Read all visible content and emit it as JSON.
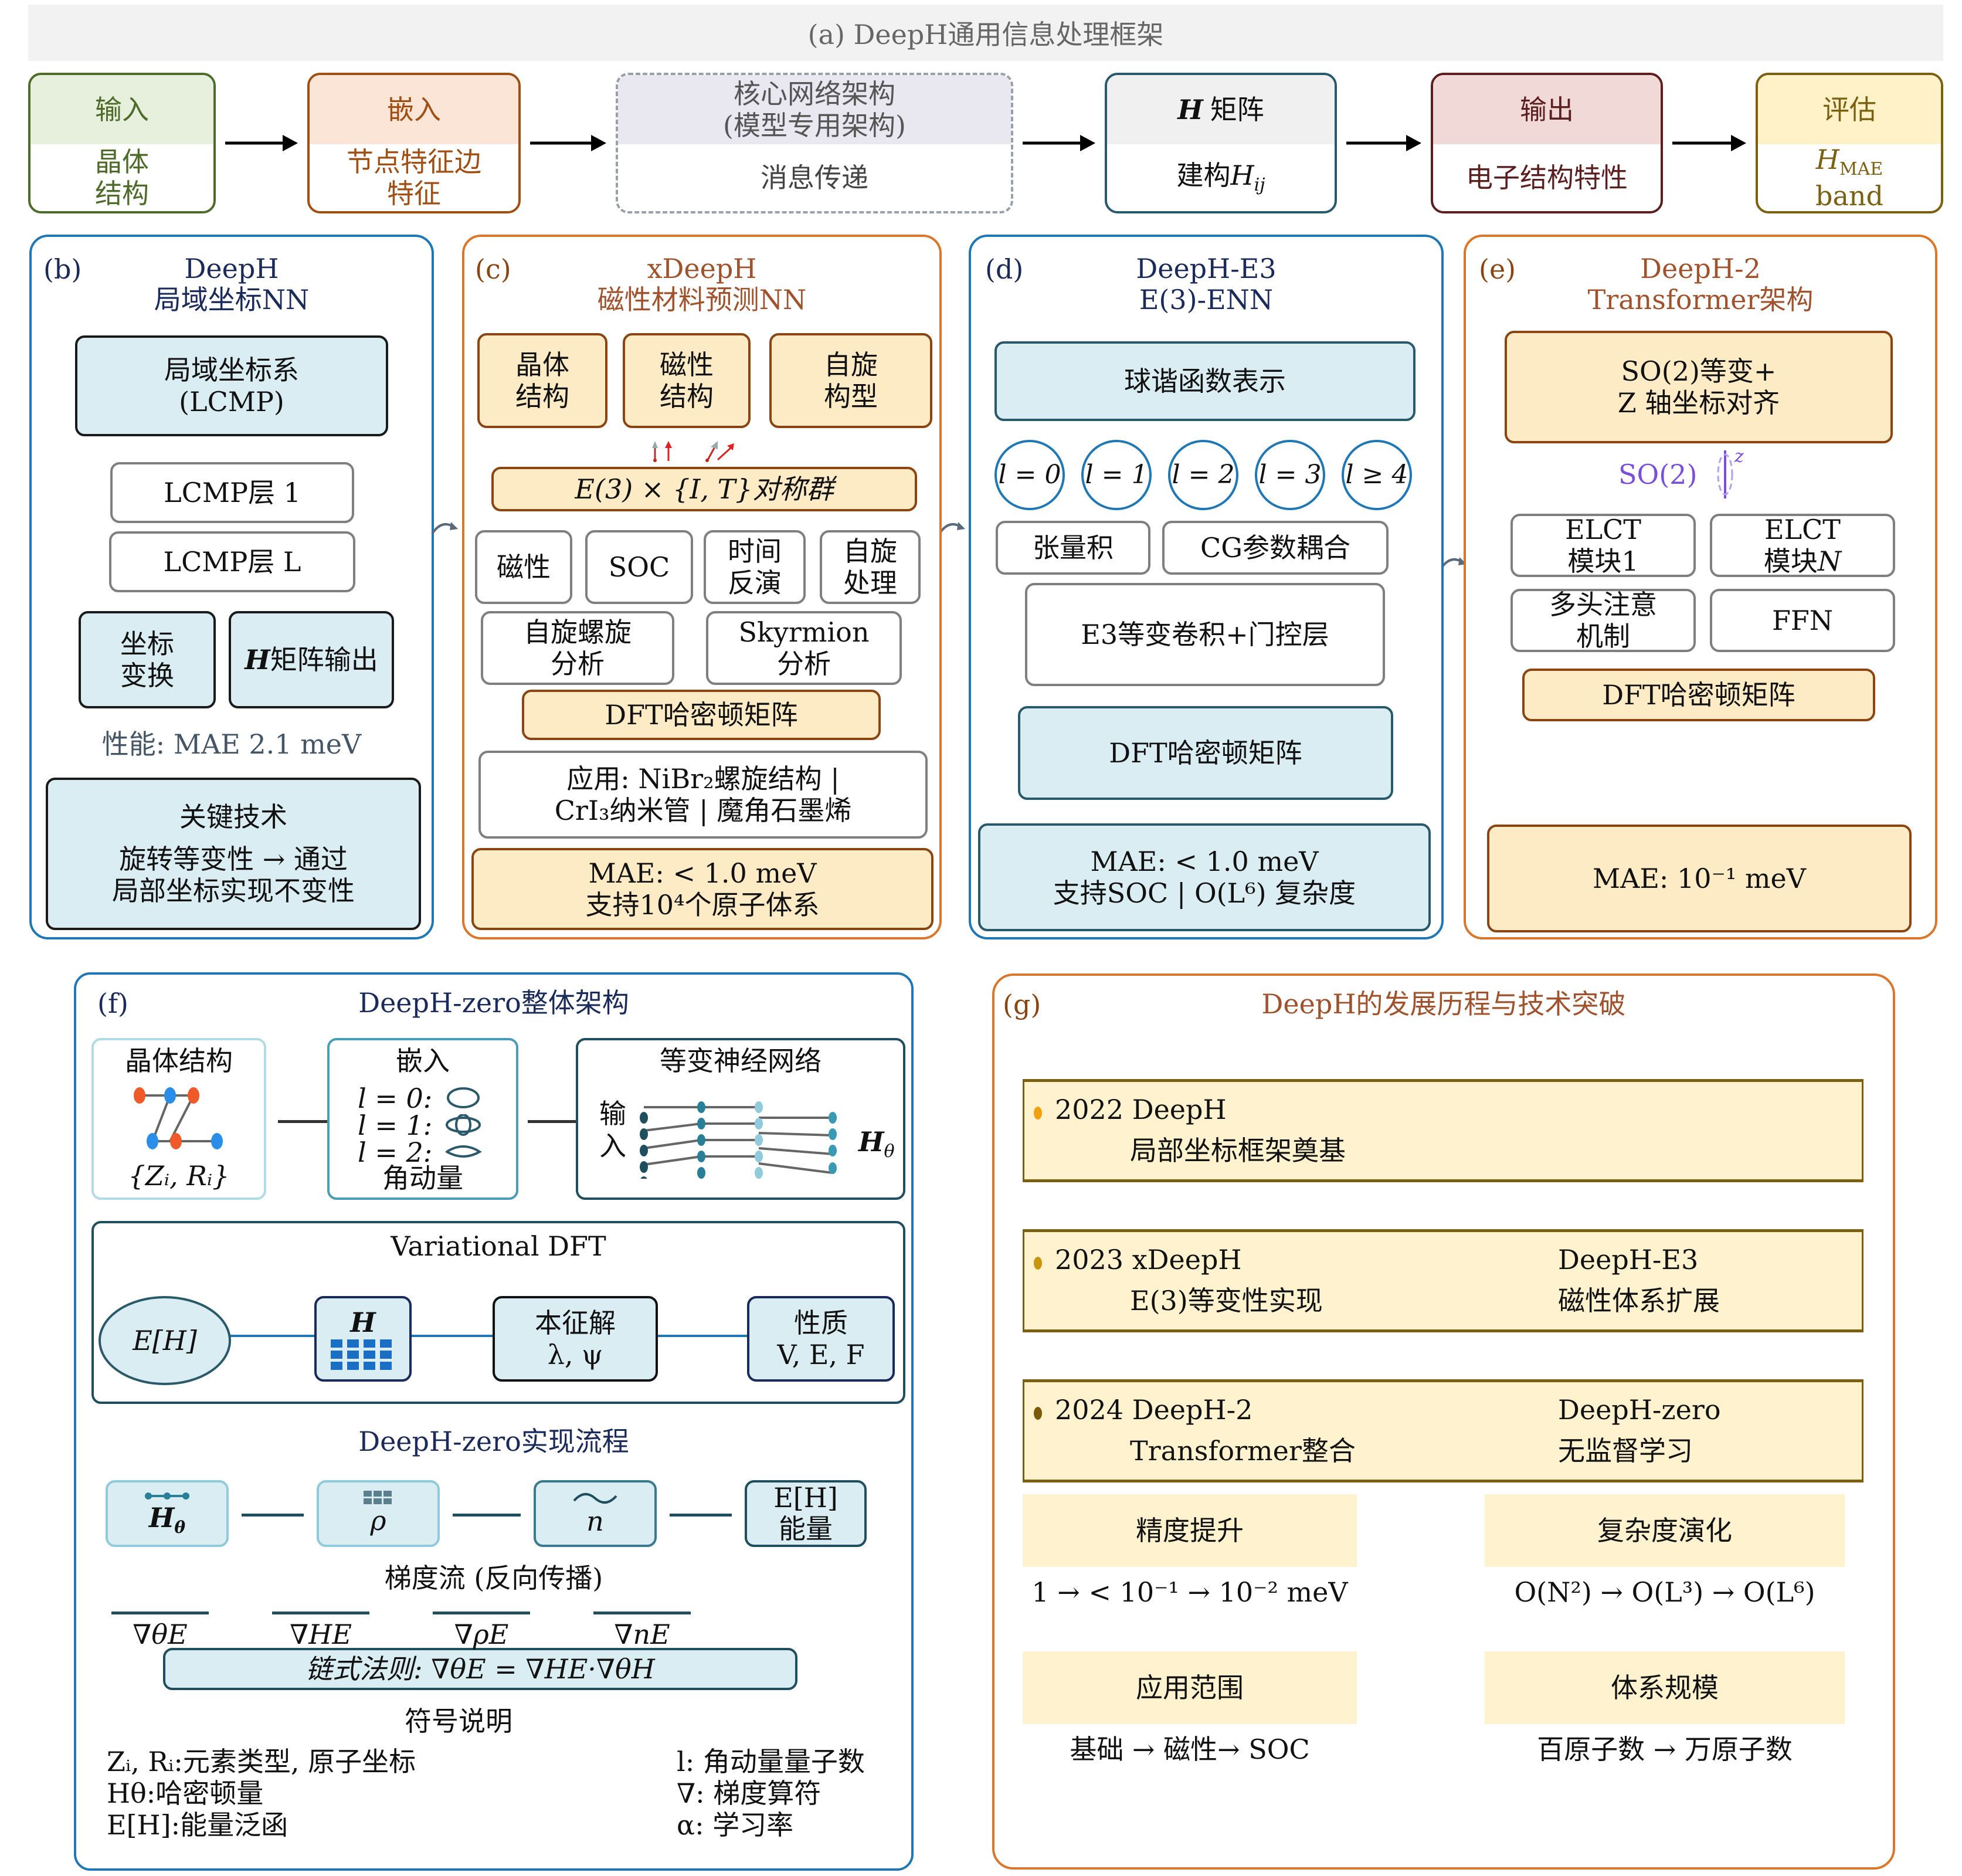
{
  "panel_a": {
    "title": "(a) DeepH通用信息处理框架",
    "steps": [
      {
        "top": "输入",
        "bottom": "晶体\n结构",
        "border": "#4f6b2a",
        "top_bg": "#e6f0dc",
        "text_color": "#4f6b2a"
      },
      {
        "top": "嵌入",
        "bottom": "节点特征边\n特征",
        "border": "#a04f14",
        "top_bg": "#fbe5d6",
        "text_color": "#a04f14"
      },
      {
        "top": "核心网络架构\n(模型专用架构)",
        "bottom": "消息传递",
        "border": "#9aa0a8",
        "top_bg": "#e9e8f0",
        "text_color": "#444"
      },
      {
        "top": "H 矩阵",
        "bottom": "建构H",
        "bottom_sub": "ij",
        "border": "#285a6b",
        "top_bg": "#f0f0f0",
        "text_color": "#111"
      },
      {
        "top": "输出",
        "bottom": "电子结构特性",
        "border": "#5c1f1f",
        "top_bg": "#f0d9d6",
        "text_color": "#5c1f1f"
      },
      {
        "top": "评估",
        "bottom": "H",
        "bottom_sub": "MAE",
        "bottom2": "band",
        "border": "#7a6010",
        "top_bg": "#fff2c8",
        "text_color": "#7a6010"
      }
    ]
  },
  "panel_b": {
    "label": "(b)",
    "title1": "DeepH",
    "title2": "局域坐标NN",
    "lcmp_frame": "局域坐标系",
    "lcmp_frame2": "(LCMP)",
    "layer1": "LCMP层 1",
    "layerL": "LCMP层 L",
    "coord_transform": "坐标\n变换",
    "h_output_prefix": "H",
    "h_output": "矩阵输出",
    "performance": "性能: MAE 2.1 meV",
    "key_tech_title": "关键技术",
    "key_tech_line1": "旋转等变性 → 通过",
    "key_tech_line2": "局部坐标实现不变性"
  },
  "panel_c": {
    "label": "(c)",
    "title1": "xDeepH",
    "title2": "磁性材料预测NN",
    "inputs": [
      "晶体\n结构",
      "磁性\n结构",
      "自旋\n构型"
    ],
    "symmetry": "E(3) × {I, T}对称群",
    "features": [
      "磁性",
      "SOC",
      "时间\n反演",
      "自旋\n处理"
    ],
    "analysis": [
      "自旋螺旋\n分析",
      "Skyrmion\n分析"
    ],
    "dft": "DFT哈密顿矩阵",
    "apps_line1": "应用: NiBr₂螺旋结构 |",
    "apps_line2": "CrI₃纳米管 | 魔角石墨烯",
    "mae_line1": "MAE: < 1.0 meV",
    "mae_line2": "支持10⁴个原子体系"
  },
  "panel_d": {
    "label": "(d)",
    "title1": "DeepH-E3",
    "title2": "E(3)-ENN",
    "spherical": "球谐函数表示",
    "l_values": [
      "l = 0",
      "l = 1",
      "l = 2",
      "l = 3",
      "l ≥ 4"
    ],
    "tensor": "张量积",
    "cg": "CG参数耦合",
    "conv": "E3等变卷积+门控层",
    "dft": "DFT哈密顿矩阵",
    "mae_line1": "MAE: < 1.0 meV",
    "mae_line2": "支持SOC | O(L⁶) 复杂度"
  },
  "panel_e": {
    "label": "(e)",
    "title1": "DeepH-2",
    "title2": "Transformer架构",
    "so2_line1": "SO(2)等变+",
    "so2_line2": "Z 轴坐标对齐",
    "so2_label": "SO(2)",
    "axis_label": "z",
    "elct1": "ELCT\n模块1",
    "elctN_a": "ELCT",
    "elctN_b": "模块",
    "elctN_c": "N",
    "attention": "多头注意\n机制",
    "ffn": "FFN",
    "dft": "DFT哈密顿矩阵",
    "mae": "MAE: 10⁻¹ meV",
    "accent_color": "#7b4fdb"
  },
  "panel_f": {
    "label": "(f)",
    "title": "DeepH-zero整体架构",
    "crystal_title": "晶体结构",
    "crystal_caption": "{Zᵢ, Rᵢ}",
    "embed_title": "嵌入",
    "embed_rows": [
      "l = 0:",
      "l = 1:",
      "l = 2:"
    ],
    "embed_caption": "角动量",
    "nn_title": "等变神经网络",
    "nn_input": "输\n入",
    "nn_output": "H",
    "nn_output_sub": "θ",
    "vdft_title": "Variational DFT",
    "energy_node": "E[H]",
    "h_node": "H",
    "eigen_node": "本征解\nλ, ψ",
    "property_node": "性质\nV, E, F",
    "flow_title": "DeepH-zero实现流程",
    "flow_nodes": [
      {
        "label": "H",
        "sub": "θ"
      },
      {
        "label": "ρ",
        "sub": ""
      },
      {
        "label": "n",
        "sub": ""
      },
      {
        "label": "E[H]\n能量",
        "sub": ""
      }
    ],
    "gradient_title": "梯度流 (反向传播)",
    "gradients": [
      "∇θE",
      "∇HE",
      "∇ρE",
      "∇nE"
    ],
    "chain_rule": "链式法则: ∇θE = ∇HE·∇θH",
    "legend_title": "符号说明",
    "legend_left": [
      "Zᵢ, Rᵢ:元素类型, 原子坐标",
      "Hθ:哈密顿量",
      "E[H]:能量泛函"
    ],
    "legend_right": [
      "l: 角动量量子数",
      "∇: 梯度算符",
      "α: 学习率"
    ]
  },
  "panel_g": {
    "label": "(g)",
    "title": "DeepH的发展历程与技术突破",
    "timeline": [
      {
        "year_model": "2022 DeepH",
        "desc": "局部坐标框架奠基",
        "right_title": "",
        "right_desc": "",
        "dot_color": "#f0a010"
      },
      {
        "year_model": "2023 xDeepH",
        "desc": "E(3)等变性实现",
        "right_title": "DeepH-E3",
        "right_desc": "磁性体系扩展",
        "dot_color": "#c8960a"
      },
      {
        "year_model": "2024 DeepH-2",
        "desc": "Transformer整合",
        "right_title": "DeepH-zero",
        "right_desc": "无监督学习",
        "dot_color": "#7a5a08"
      }
    ],
    "metrics": [
      {
        "title": "精度提升",
        "value": "1 → < 10⁻¹ → 10⁻² meV"
      },
      {
        "title": "复杂度演化",
        "value": "O(N²) → O(L³) → O(L⁶)"
      },
      {
        "title": "应用范围",
        "value": "基础 → 磁性→ SOC"
      },
      {
        "title": "体系规模",
        "value": "百原子数 → 万原子数"
      }
    ]
  }
}
